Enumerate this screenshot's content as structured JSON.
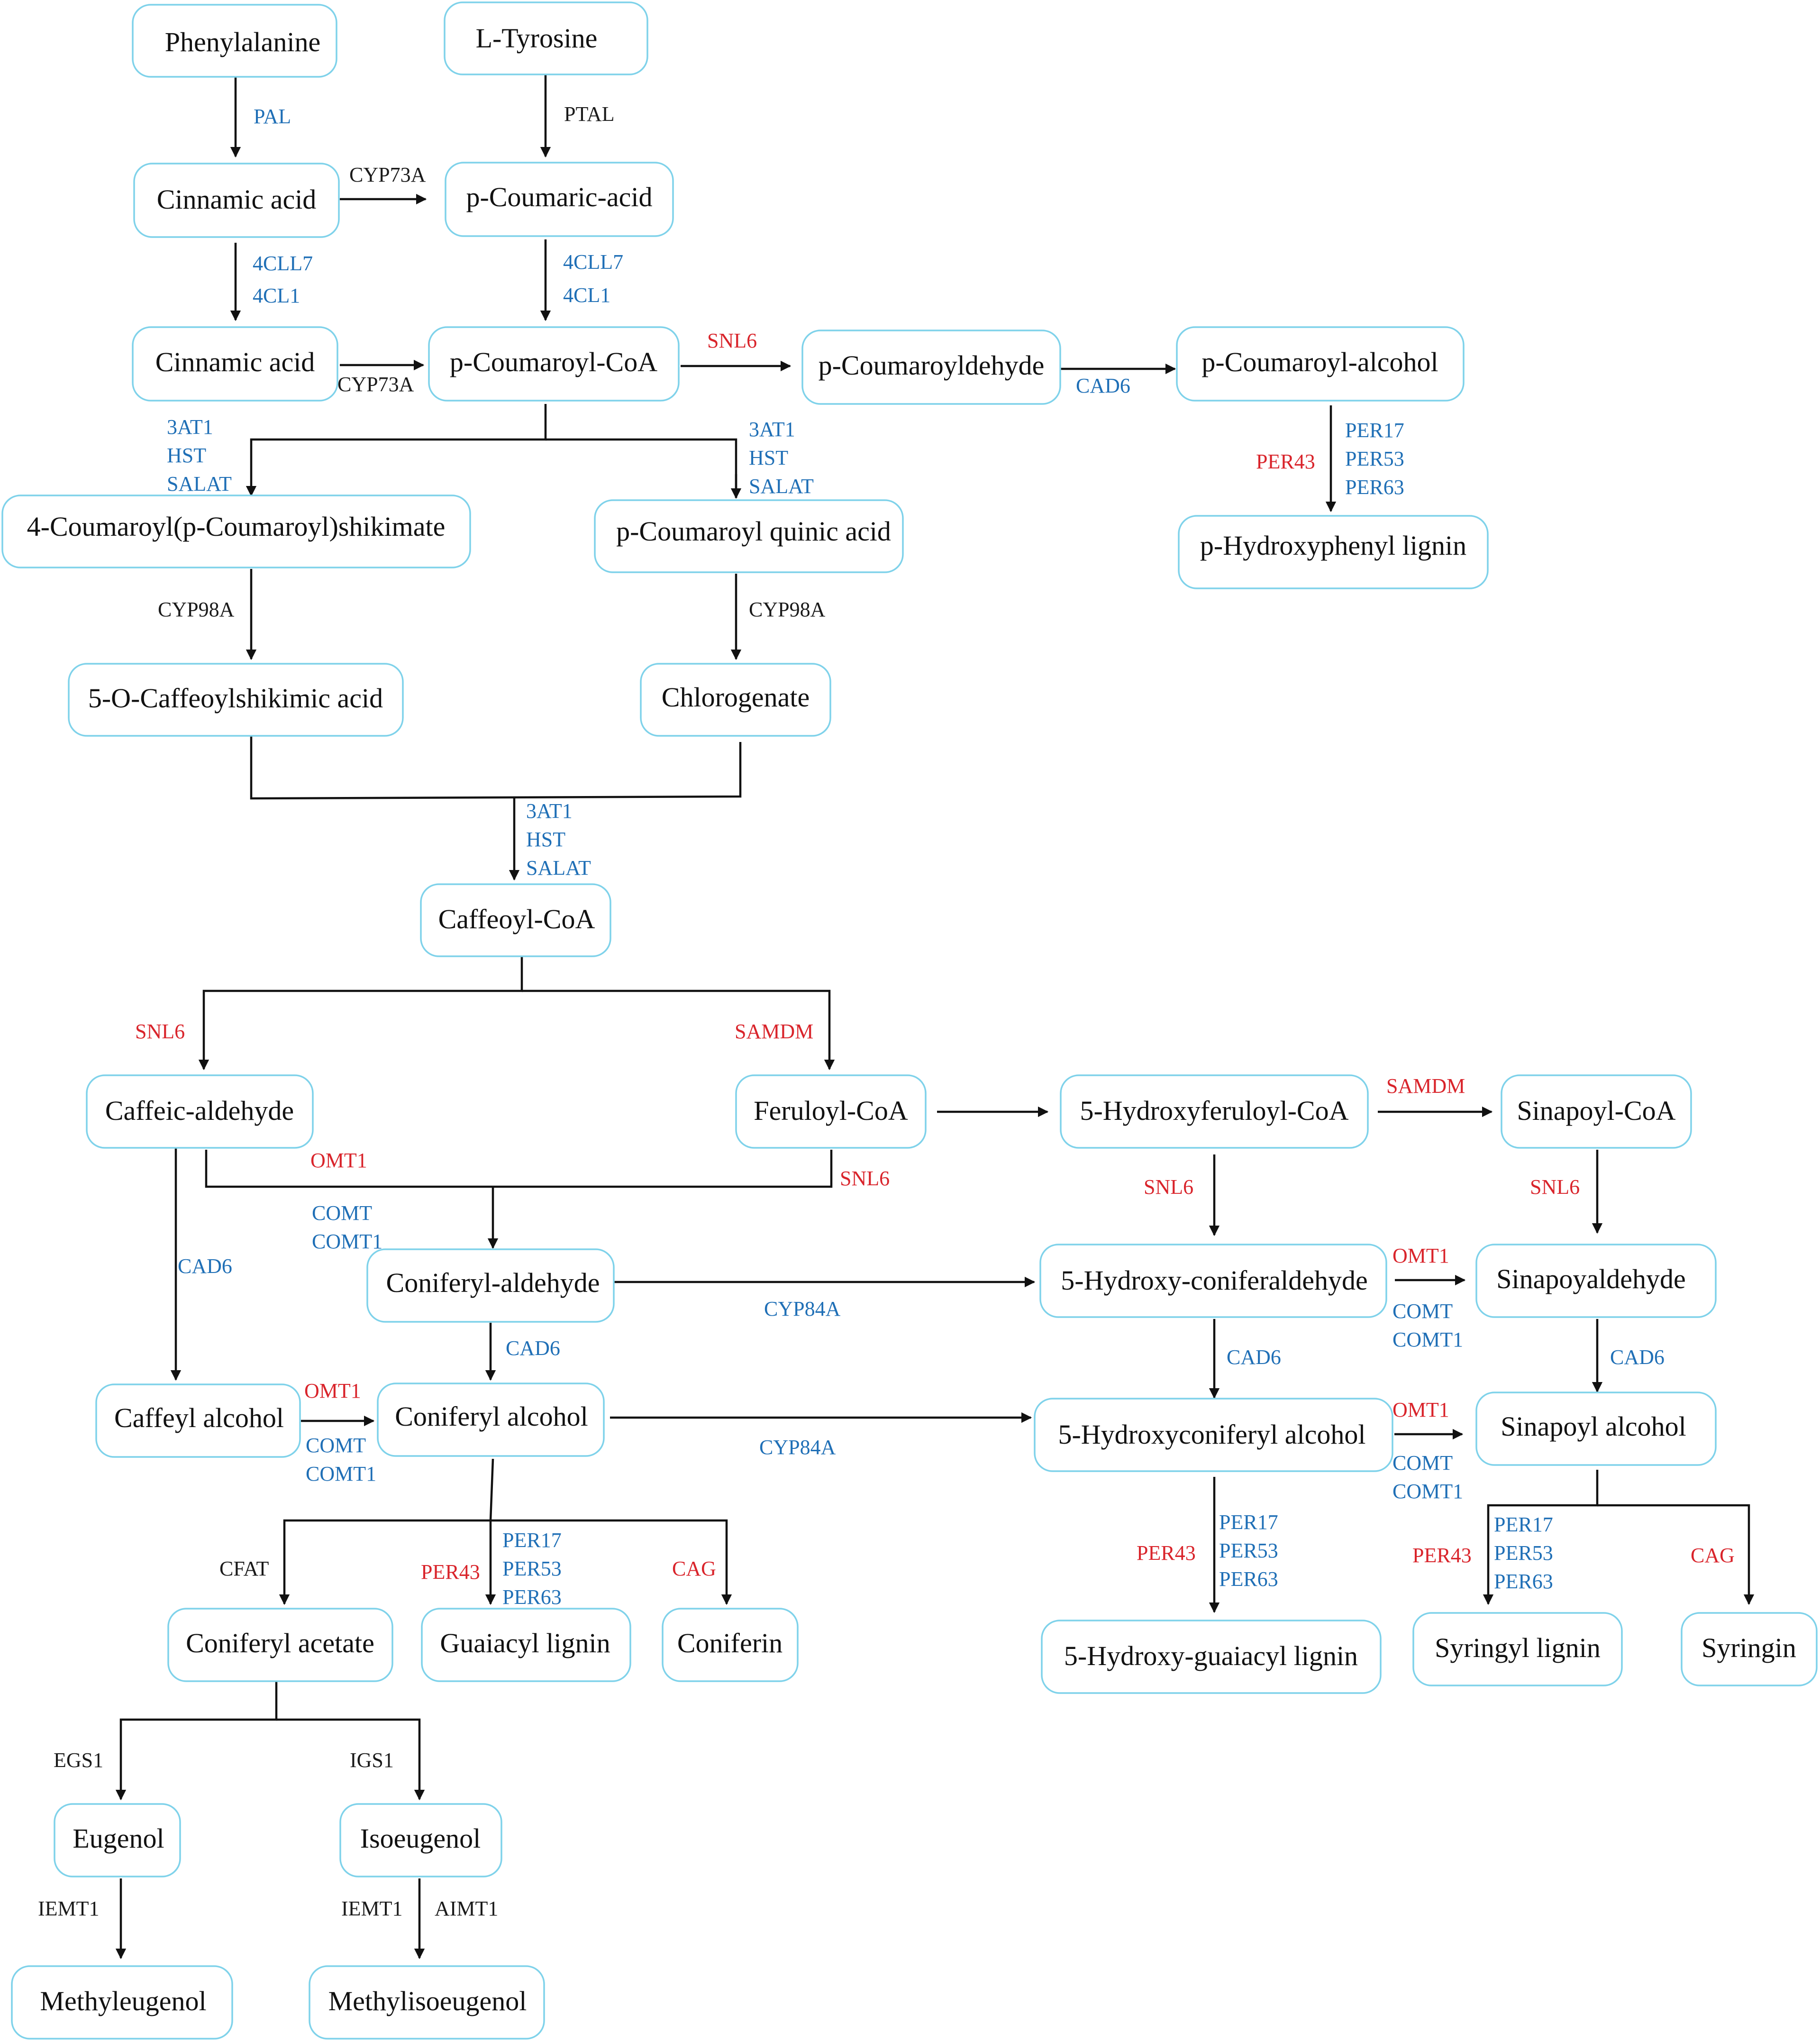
{
  "colors": {
    "node_border": "#7fd2ea",
    "line": "#111111",
    "enzyme_black": "#1a1a1a",
    "enzyme_blue": "#1f6fb6",
    "enzyme_red": "#d9242b"
  },
  "nodes": {
    "phenylalanine": "Phenylalanine",
    "l_tyrosine": "L-Tyrosine",
    "cinnamic_acid_1": "Cinnamic acid",
    "p_coumaric_acid": "p-Coumaric-acid",
    "cinnamic_acid_2": "Cinnamic acid",
    "p_coumaroyl_coa": "p-Coumaroyl-CoA",
    "p_coumaroyldehyde": "p-Coumaroyldehyde",
    "p_coumaroyl_alcohol": "p-Coumaroyl-alcohol",
    "coumaroyl_shikimate": "4-Coumaroyl(p-Coumaroyl)shikimate",
    "p_coumaroyl_quinic_acid": "p-Coumaroyl quinic acid",
    "p_hydroxyphenyl_lignin": "p-Hydroxyphenyl lignin",
    "caffeoylshikimic_acid": "5-O-Caffeoylshikimic acid",
    "chlorogenate": "Chlorogenate",
    "caffeoyl_coa": "Caffeoyl-CoA",
    "caffeic_aldehyde": "Caffeic-aldehyde",
    "feruloyl_coa": "Feruloyl-CoA",
    "hydroxyferuloyl_coa": "5-Hydroxyferuloyl-CoA",
    "sinapoyl_coa": "Sinapoyl-CoA",
    "coniferyl_aldehyde": "Coniferyl-aldehyde",
    "hydroxy_coniferaldehyde": "5-Hydroxy-coniferaldehyde",
    "sinapoyaldehyde": "Sinapoyaldehyde",
    "caffeyl_alcohol": "Caffeyl alcohol",
    "coniferyl_alcohol": "Coniferyl alcohol",
    "hydroxyconiferyl_alcohol": "5-Hydroxyconiferyl alcohol",
    "sinapoyl_alcohol": "Sinapoyl alcohol",
    "coniferyl_acetate": "Coniferyl acetate",
    "guaiacyl_lignin": "Guaiacyl lignin",
    "coniferin": "Coniferin",
    "hydroxy_guaiacyl_lignin": "5-Hydroxy-guaiacyl lignin",
    "syringyl_lignin": "Syringyl lignin",
    "syringin": "Syringin",
    "eugenol": "Eugenol",
    "isoeugenol": "Isoeugenol",
    "methyleugenol": "Methyleugenol",
    "methylisoeugenol": "Methylisoeugenol"
  },
  "enzymes": {
    "pal": "PAL",
    "ptal": "PTAL",
    "cyp73a_1": "CYP73A",
    "cl_left_1": "4CLL7",
    "cl_left_2": "4CL1",
    "cl_right_1": "4CLL7",
    "cl_right_2": "4CL1",
    "cyp73a_2": "CYP73A",
    "snl6_top": "SNL6",
    "cad6_top": "CAD6",
    "hst_left_1": "3AT1",
    "hst_left_2": "HST",
    "hst_left_3": "SALAT",
    "hst_right_1": "3AT1",
    "hst_right_2": "HST",
    "hst_right_3": "SALAT",
    "per43_top": "PER43",
    "per_top_1": "PER17",
    "per_top_2": "PER53",
    "per_top_3": "PER63",
    "cyp98a_left": "CYP98A",
    "cyp98a_right": "CYP98A",
    "hst_mid_1": "3AT1",
    "hst_mid_2": "HST",
    "hst_mid_3": "SALAT",
    "snl6_left": "SNL6",
    "samdm_mid": "SAMDM",
    "samdm_right": "SAMDM",
    "omt1_mid": "OMT1",
    "snl6_feruloyl": "SNL6",
    "snl6_hydroxyferuloyl": "SNL6",
    "snl6_sinapoyl": "SNL6",
    "comt_mid_1": "COMT",
    "comt_mid_2": "COMT1",
    "cad6_caffeic": "CAD6",
    "cyp84a_1": "CYP84A",
    "omt1_right_1": "OMT1",
    "comt_right_1a": "COMT",
    "comt_right_1b": "COMT1",
    "cad6_coniferyl": "CAD6",
    "cad6_hydroxy": "CAD6",
    "cad6_sinapoyl": "CAD6",
    "omt1_caffeyl": "OMT1",
    "comt_caffeyl_1": "COMT",
    "comt_caffeyl_2": "COMT1",
    "cyp84a_2": "CYP84A",
    "omt1_right_2": "OMT1",
    "comt_right_2a": "COMT",
    "comt_right_2b": "COMT1",
    "cfat": "CFAT",
    "per43_guaiacyl": "PER43",
    "per_guaiacyl_1": "PER17",
    "per_guaiacyl_2": "PER53",
    "per_guaiacyl_3": "PER63",
    "cag_guaiacyl": "CAG",
    "per43_hydroxy": "PER43",
    "per_hydroxy_1": "PER17",
    "per_hydroxy_2": "PER53",
    "per_hydroxy_3": "PER63",
    "per43_syringyl": "PER43",
    "per_syringyl_1": "PER17",
    "per_syringyl_2": "PER53",
    "per_syringyl_3": "PER63",
    "cag_syringin": "CAG",
    "egs1": "EGS1",
    "igs1": "IGS1",
    "iemt1_left": "IEMT1",
    "iemt1_right": "IEMT1",
    "aimt1": "AIMT1"
  }
}
